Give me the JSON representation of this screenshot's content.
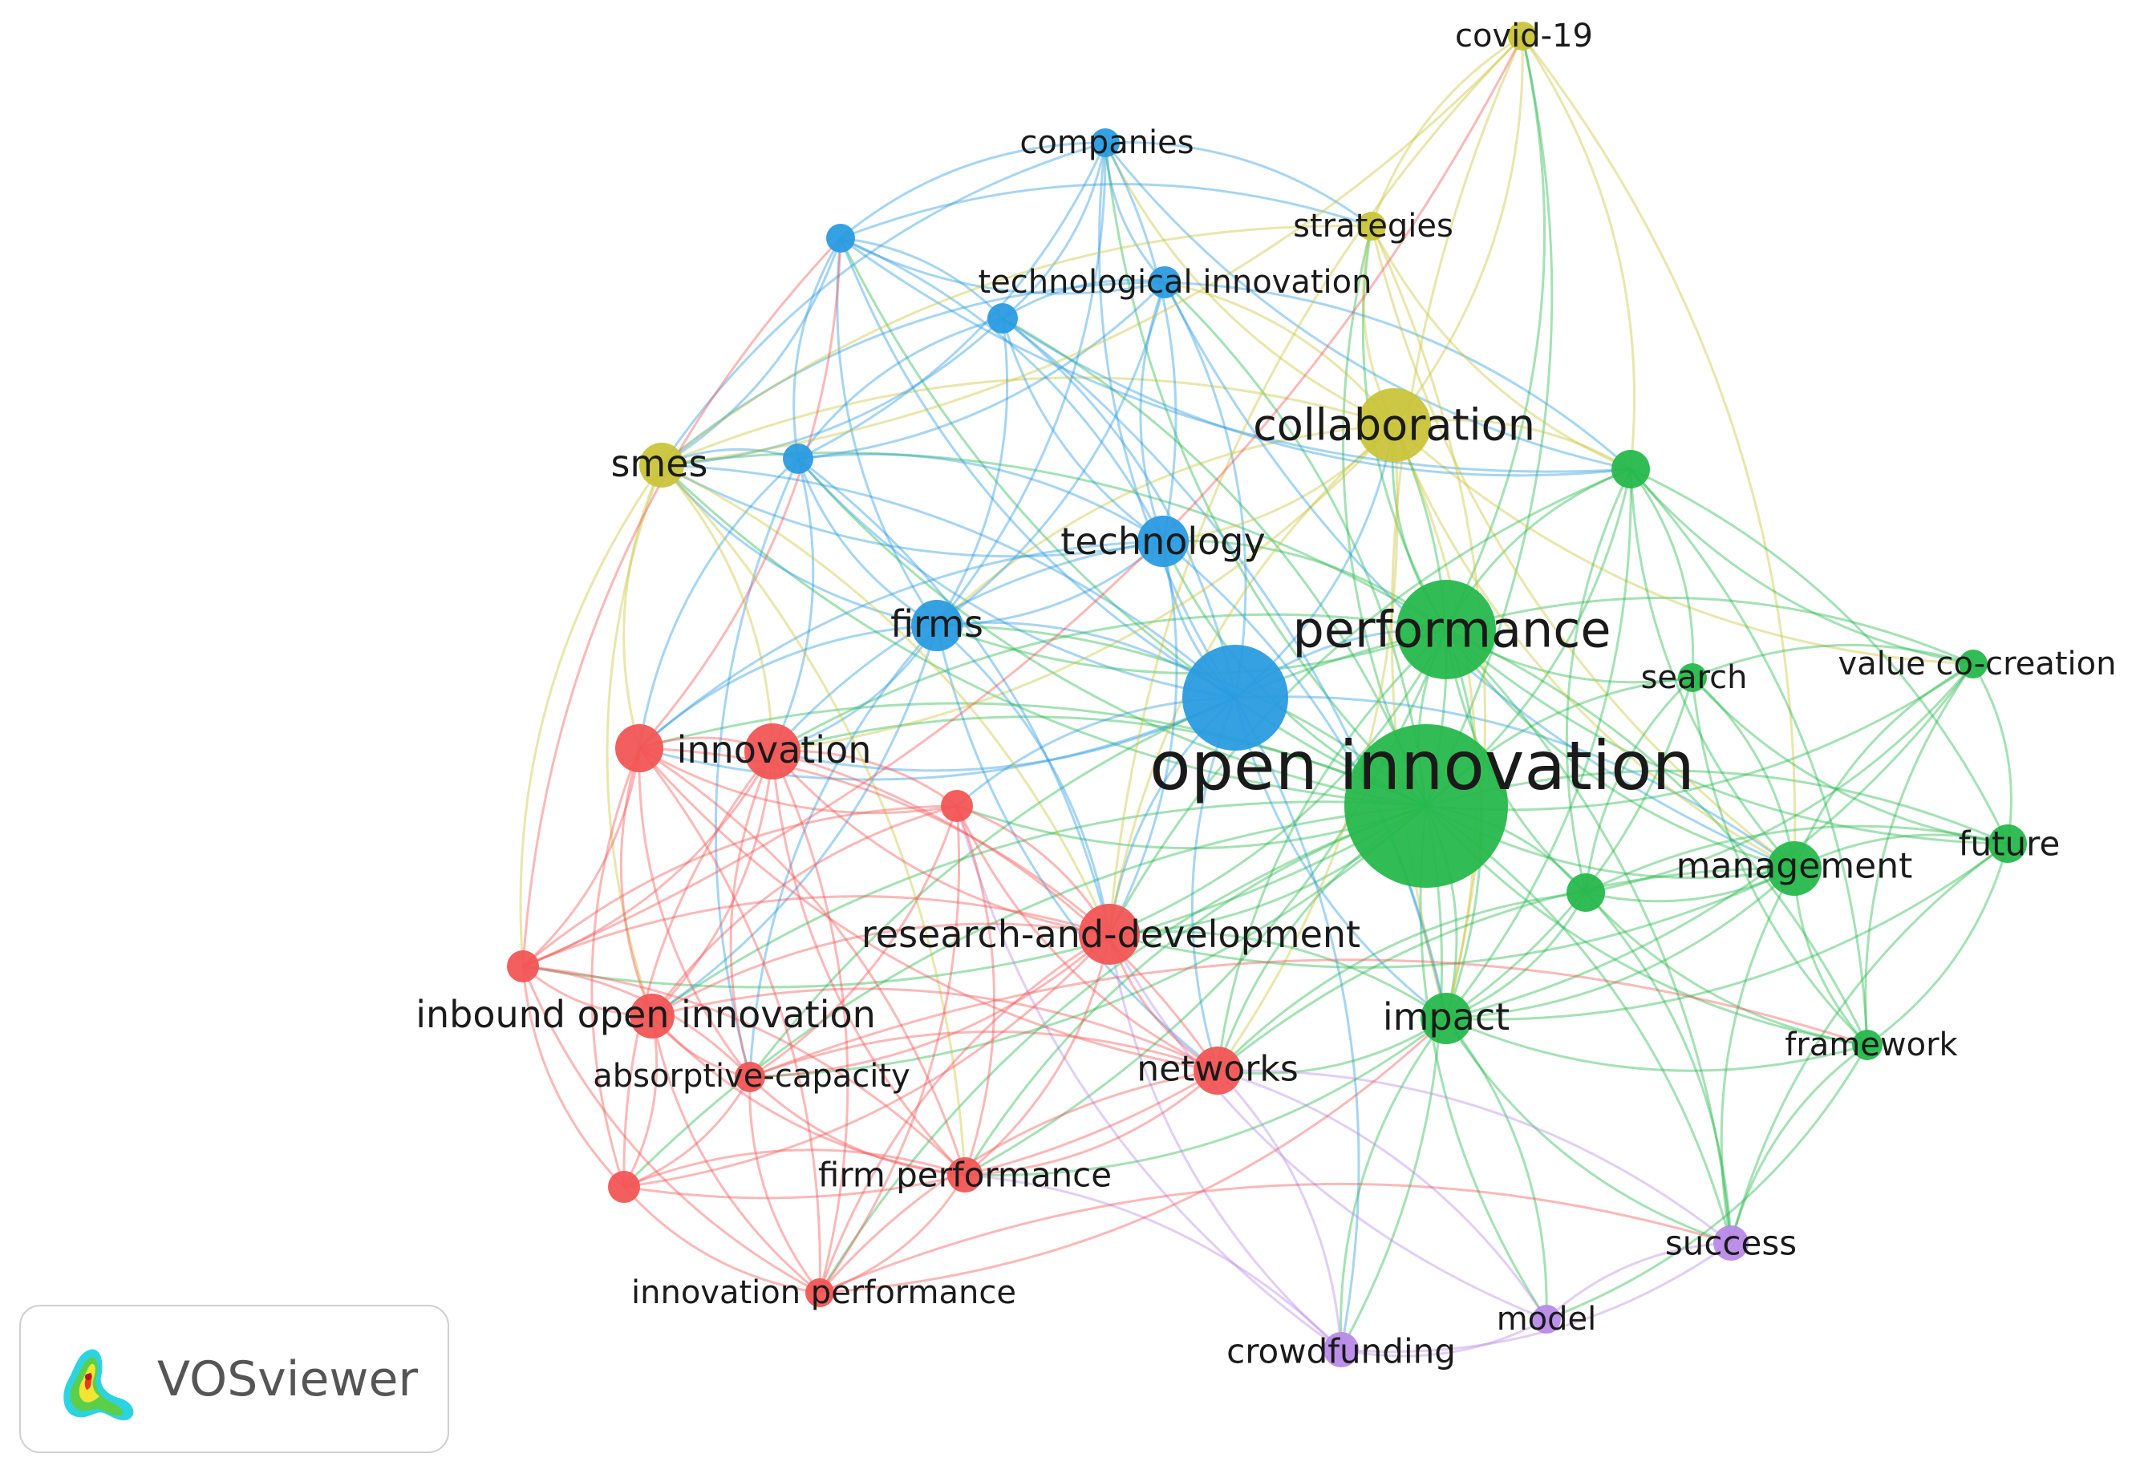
{
  "clusters": {
    "red": "#f25555",
    "green": "#27b84c",
    "blue": "#2a9be0",
    "yellow": "#c9c43a",
    "purple": "#b88ae8"
  },
  "nodes": [
    {
      "id": "open-innovation",
      "label": "open innovation",
      "cluster": "green"
    },
    {
      "id": "open-innovation-blue",
      "label": "",
      "cluster": "blue"
    },
    {
      "id": "performance",
      "label": "performance",
      "cluster": "green"
    },
    {
      "id": "collaboration",
      "label": "collaboration",
      "cluster": "yellow"
    },
    {
      "id": "technology",
      "label": "technology",
      "cluster": "blue"
    },
    {
      "id": "firms",
      "label": "firms",
      "cluster": "blue"
    },
    {
      "id": "smes",
      "label": "smes",
      "cluster": "yellow"
    },
    {
      "id": "companies",
      "label": "companies",
      "cluster": "blue"
    },
    {
      "id": "technological-innovation",
      "label": "technological innovation",
      "cluster": "blue"
    },
    {
      "id": "blue-a",
      "label": "",
      "cluster": "blue"
    },
    {
      "id": "blue-b",
      "label": "",
      "cluster": "blue"
    },
    {
      "id": "blue-c",
      "label": "",
      "cluster": "blue"
    },
    {
      "id": "strategies",
      "label": "strategies",
      "cluster": "yellow"
    },
    {
      "id": "covid-19",
      "label": "covid-19",
      "cluster": "yellow"
    },
    {
      "id": "green-top",
      "label": "",
      "cluster": "green"
    },
    {
      "id": "search",
      "label": "search",
      "cluster": "green"
    },
    {
      "id": "value-co-creation",
      "label": "value co-creation",
      "cluster": "green"
    },
    {
      "id": "future",
      "label": "future",
      "cluster": "green"
    },
    {
      "id": "management",
      "label": "management",
      "cluster": "green"
    },
    {
      "id": "green-mid",
      "label": "",
      "cluster": "green"
    },
    {
      "id": "framework",
      "label": "framework",
      "cluster": "green"
    },
    {
      "id": "impact",
      "label": "impact",
      "cluster": "green"
    },
    {
      "id": "innovation",
      "label": "innovation",
      "cluster": "red"
    },
    {
      "id": "red-left",
      "label": "",
      "cluster": "red"
    },
    {
      "id": "red-center",
      "label": "",
      "cluster": "red"
    },
    {
      "id": "research-and-development",
      "label": "research-and-development",
      "cluster": "red"
    },
    {
      "id": "inbound-open-innovation",
      "label": "inbound open innovation",
      "cluster": "red"
    },
    {
      "id": "red-far-left",
      "label": "",
      "cluster": "red"
    },
    {
      "id": "absorptive-capacity",
      "label": "absorptive-capacity",
      "cluster": "red"
    },
    {
      "id": "networks",
      "label": "networks",
      "cluster": "red"
    },
    {
      "id": "firm-performance",
      "label": "firm performance",
      "cluster": "red"
    },
    {
      "id": "red-bottom-left",
      "label": "",
      "cluster": "red"
    },
    {
      "id": "innovation-performance",
      "label": "innovation performance",
      "cluster": "red"
    },
    {
      "id": "success",
      "label": "success",
      "cluster": "purple"
    },
    {
      "id": "model",
      "label": "model",
      "cluster": "purple"
    },
    {
      "id": "crowdfunding",
      "label": "crowdfunding",
      "cluster": "purple"
    }
  ],
  "logo": {
    "text": "VOSviewer"
  }
}
